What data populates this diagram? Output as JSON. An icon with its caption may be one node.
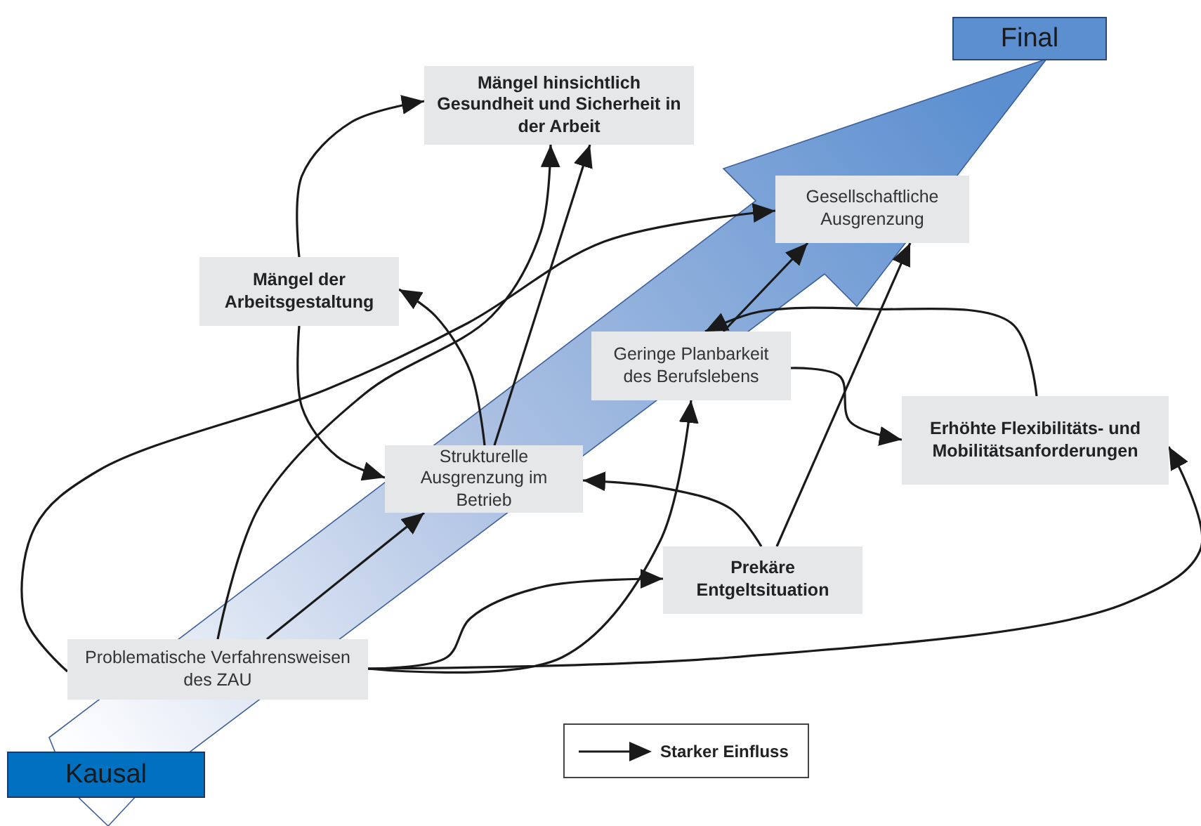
{
  "diagram": {
    "nodes": [
      {
        "text": [
          "Final"
        ]
      },
      {
        "text": [
          "Mängel hinsichtlich Gesundheit und Sicherheit in der Arbeit"
        ]
      },
      {
        "text": [
          "Gesellschaftliche Ausgrenzung"
        ]
      },
      {
        "text": [
          "Mängel der Arbeitsgestaltung"
        ]
      },
      {
        "text": [
          "Geringe Planbarkeit des Berufslebens"
        ]
      },
      {
        "text": [
          "Erhöhte Flexibilitäts- und Mobilitätsanforderungen"
        ]
      },
      {
        "text": [
          "Strukturelle Ausgrenzung im Betrieb"
        ]
      },
      {
        "text": [
          "Prekäre Entgeltsituation"
        ]
      },
      {
        "text": [
          "Problematische Verfahrensweisen des ZAU"
        ]
      },
      {
        "text": [
          "Kausal"
        ]
      }
    ],
    "edges": [
      {
        "from": 8,
        "to": 1,
        "arrow": "to"
      },
      {
        "from": 8,
        "to": 2,
        "arrow": "to"
      },
      {
        "from": 8,
        "to": 6,
        "arrow": "to"
      },
      {
        "from": 8,
        "to": 7,
        "arrow": "to"
      },
      {
        "from": 8,
        "to": 4,
        "arrow": "to"
      },
      {
        "from": 8,
        "to": 5,
        "arrow": "to"
      },
      {
        "from": 3,
        "to": 1,
        "arrow": "to"
      },
      {
        "from": 3,
        "to": 6,
        "arrow": "to"
      },
      {
        "from": 6,
        "to": 3,
        "arrow": "to"
      },
      {
        "from": 6,
        "to": 1,
        "arrow": "to"
      },
      {
        "from": 7,
        "to": 6,
        "arrow": "to"
      },
      {
        "from": 7,
        "to": 2,
        "arrow": "to"
      },
      {
        "from": 4,
        "to": 2,
        "arrow": "to"
      },
      {
        "from": 4,
        "to": 5,
        "arrow": "to"
      },
      {
        "from": 5,
        "to": 4,
        "arrow": "to"
      }
    ],
    "legend": [
      {
        "text": "Starker Einfluss"
      }
    ]
  }
}
